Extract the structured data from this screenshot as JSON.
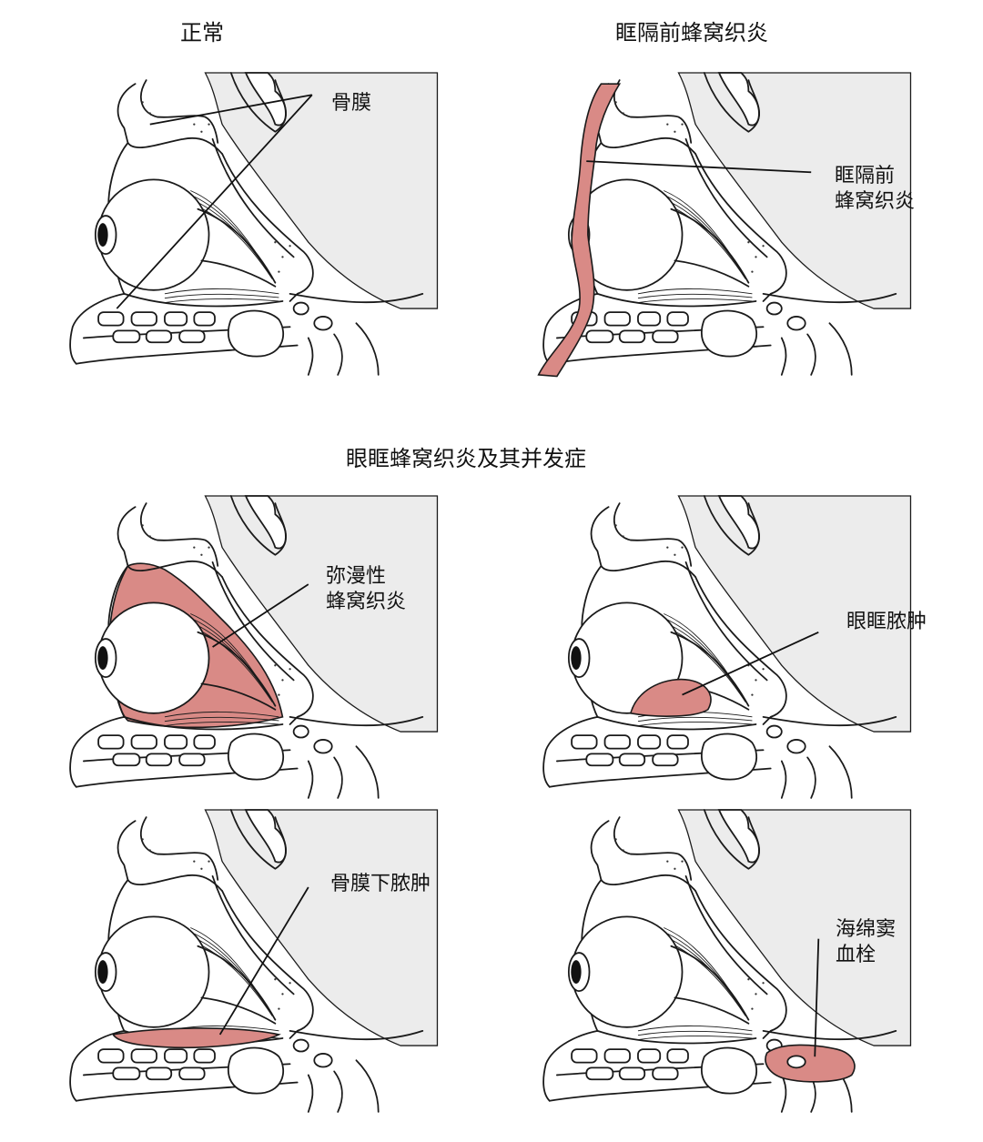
{
  "titles": {
    "normal": "正常",
    "preseptal": "眶隔前蜂窝织炎",
    "orbital_section": "眼眶蜂窝织炎及其并发症"
  },
  "labels": {
    "periosteum": "骨膜",
    "preseptal_l1": "眶隔前",
    "preseptal_l2": "蜂窝织炎",
    "diffuse_l1": "弥漫性",
    "diffuse_l2": "蜂窝织炎",
    "orbital_abscess": "眼眶脓肿",
    "subperiosteal_abscess": "骨膜下脓肿",
    "cavernous_l1": "海绵窦",
    "cavernous_l2": "血栓"
  },
  "colors": {
    "pathology": "#d98a86",
    "line": "#1a1a1a",
    "sinus_fill": "#ececec"
  }
}
